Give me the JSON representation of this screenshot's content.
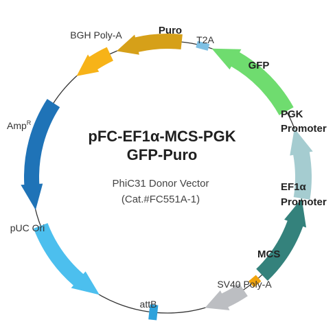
{
  "colors": {
    "backbone": "#333333",
    "puro": "#d6a019",
    "t2a": "#7ec0e4",
    "gfp": "#6fdc6f",
    "pgk": "#a5ccd0",
    "ef1a": "#34827c",
    "mcs": "#f0a30c",
    "sv40": "#bcbec2",
    "attb": "#2ea2dc",
    "puc": "#4cbfee",
    "amp": "#1f73b7",
    "bgh": "#f7b318",
    "title": "#1f1f1f",
    "subtitle": "#444444"
  },
  "title": {
    "line1": "pFC-EF1α-MCS-PGK",
    "line2": "GFP-Puro"
  },
  "subtitle": {
    "line1": "PhiC31 Donor Vector",
    "line2": "(Cat.#FC551A-1)"
  },
  "features": {
    "bgh": {
      "label": "BGH Poly-A"
    },
    "puro": {
      "label": "Puro"
    },
    "t2a": {
      "label": "T2A"
    },
    "gfp": {
      "label": "GFP"
    },
    "pgk": {
      "label_line1": "PGK",
      "label_line2": "Promoter"
    },
    "ef1a": {
      "label_line1": "EF1α",
      "label_line2": "Promoter"
    },
    "mcs": {
      "label": "MCS"
    },
    "sv40": {
      "label": "SV40 Poly-A"
    },
    "attb": {
      "label": "attB"
    },
    "puc": {
      "label": "pUC Ori"
    },
    "amp": {
      "label": "Amp",
      "superscript": "R"
    }
  }
}
